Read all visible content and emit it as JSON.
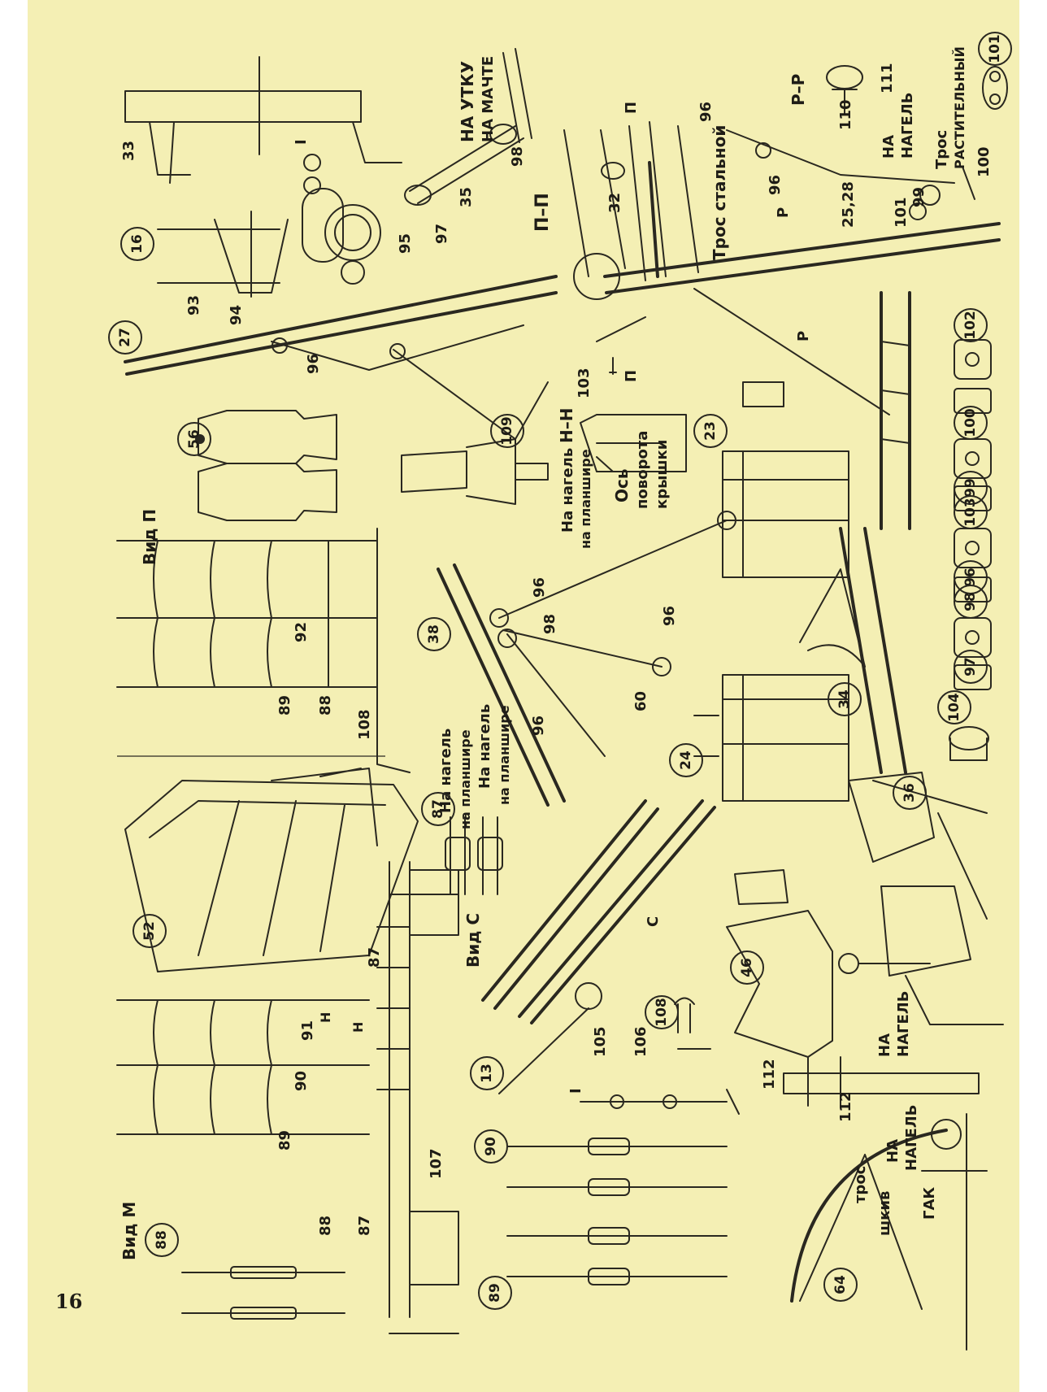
{
  "page": {
    "number": "16"
  },
  "callouts": [
    "27",
    "16",
    "101",
    "56",
    "109",
    "23",
    "102",
    "100",
    "99",
    "103",
    "96",
    "98",
    "97",
    "38",
    "34",
    "104",
    "36",
    "52",
    "87",
    "24",
    "13",
    "46",
    "108",
    "64",
    "90",
    "89",
    "88"
  ],
  "labels": {
    "to_cleat_on_mast_1": "НА УТКУ",
    "to_cleat_on_mast_2": "НА МАЧТЕ",
    "steel_rope": "Трос стальной",
    "to_pin": "НА",
    "to_pin_2": "НАГЕЛЬ",
    "rope": "Трос",
    "vegetable": "РАСТИТЕЛЬНЫЙ",
    "section_pp": "П–П",
    "section_rr": "Р–Р",
    "section_nn": "Н–Н",
    "section_one": "I",
    "marker_p": "П",
    "marker_r": "Р",
    "marker_n": "Н",
    "marker_s": "С",
    "view_p": "Вид П",
    "view_s": "Вид С",
    "view_m": "Вид М",
    "lid_axis_1": "Ось",
    "lid_axis_2": "поворота",
    "lid_axis_3": "крышки",
    "pin_on_rail_1": "На нагель",
    "pin_on_rail_2": "на планшире",
    "pin_on_rail_b1": "На нагель",
    "pin_on_rail_b2": "на планшире",
    "pin_on_rail_c1": "На нагель",
    "pin_on_rail_c2": "на планшире",
    "sheave": "шкив",
    "gaff": "ГАК",
    "rope_small": "трос",
    "to_na": "НА",
    "to_nagel": "НАГЕЛЬ"
  },
  "part_numbers": {
    "p33": "33",
    "p93": "93",
    "p94": "94",
    "p95": "95",
    "p97": "97",
    "p35": "35",
    "p98": "98",
    "p32": "32",
    "p96a": "96",
    "p96b": "96",
    "p96c": "96",
    "p2528": "25,28",
    "p101": "101",
    "p99": "99",
    "p100": "100",
    "p110": "110",
    "p111": "111",
    "p96d": "96",
    "p103": "103",
    "p96e": "96",
    "p98b": "98",
    "p96f": "96",
    "p60": "60",
    "p92": "92",
    "p89": "89",
    "p88": "88",
    "p108": "108",
    "p91": "91",
    "p90": "90",
    "p89b": "89",
    "p88b": "88",
    "p87": "87",
    "p87b": "87",
    "p107": "107",
    "p105": "105",
    "p106": "106",
    "p112": "112",
    "p112b": "112",
    "p96g": "96"
  }
}
